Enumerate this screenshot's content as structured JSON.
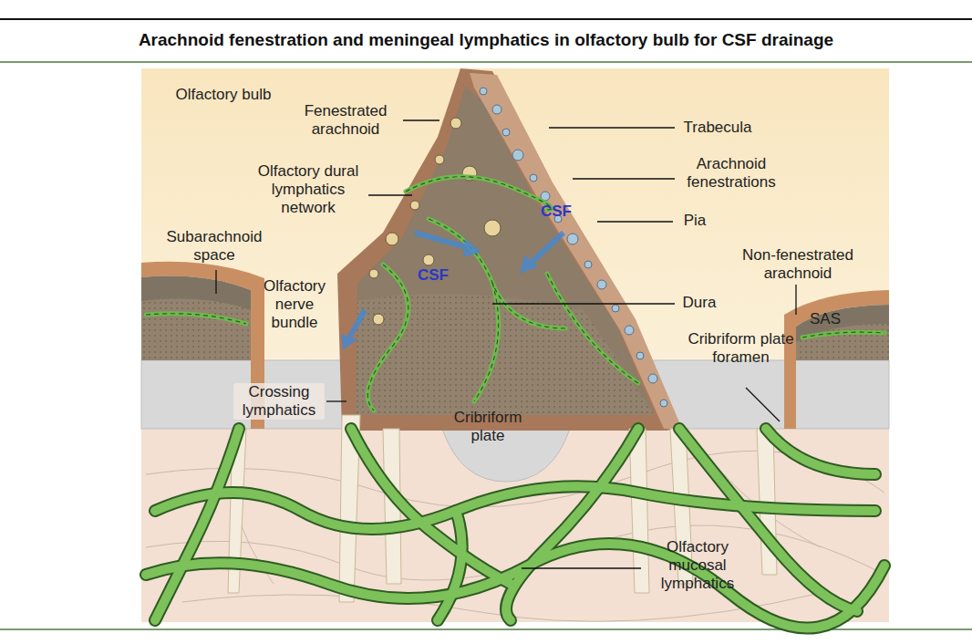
{
  "diagram": {
    "title": "Arachnoid fenestration and meningeal lymphatics in olfactory bulb for CSF drainage",
    "labels": [
      "Olfactory bulb",
      "Fenestrated arachnoid",
      "Olfactory dural lymphatics network",
      "Subarachnoid space",
      "Olfactory nerve bundle",
      "Crossing lymphatics",
      "Trabecula",
      "Arachnoid fenestrations",
      "Pia",
      "CSF",
      "CSF",
      "Non-fenestrated arachnoid",
      "SAS",
      "Dura",
      "Cribriform plate foramen",
      "Cribriform plate",
      "Olfactory mucosal lymphatics"
    ]
  }
}
